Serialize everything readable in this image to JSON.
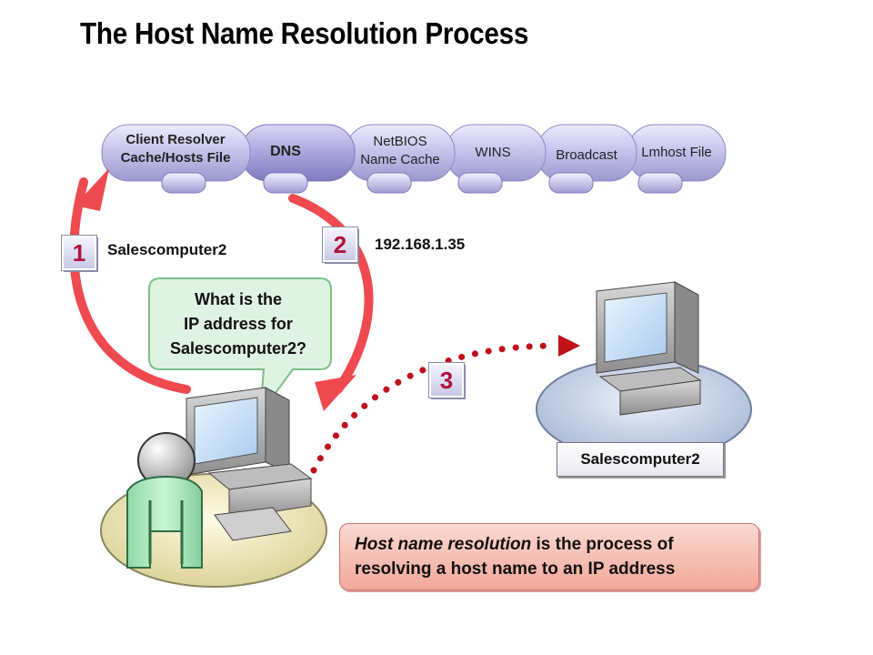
{
  "title": "The Host Name Resolution Process",
  "methods": [
    {
      "line1": "Client Resolver",
      "line2": "Cache/Hosts File"
    },
    {
      "line1": "DNS",
      "line2": ""
    },
    {
      "line1": "NetBIOS",
      "line2": "Name Cache"
    },
    {
      "line1": "WINS",
      "line2": ""
    },
    {
      "line1": "Broadcast",
      "line2": ""
    },
    {
      "line1": "Lmhost File",
      "line2": ""
    }
  ],
  "steps": [
    {
      "number": "1",
      "label": "Salescomputer2"
    },
    {
      "number": "2",
      "label": "192.168.1.35"
    },
    {
      "number": "3",
      "label": ""
    }
  ],
  "bubble": {
    "line1": "What is the",
    "line2": "IP address for",
    "line3": "Salescomputer2?"
  },
  "target": {
    "name": "Salescomputer2"
  },
  "note": {
    "emphasis": "Host name resolution",
    "rest": "is the process of resolving a host name to an IP address"
  },
  "colors": {
    "arrow": "#ef4a4f",
    "step_number": "#b0133e",
    "bubble_fill": "#dff3e2",
    "bubble_stroke": "#7cbf86",
    "note_fill": "#f6b8ab",
    "person_body": "#a6e6ba",
    "tab_fill": "#c7c5ec"
  }
}
